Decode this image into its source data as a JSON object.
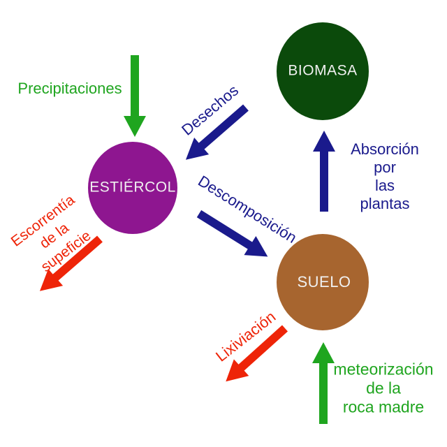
{
  "diagram": {
    "nodes": {
      "biomasa": {
        "label": "BIOMASA"
      },
      "estiercol": {
        "label": "ESTIÉRCOL"
      },
      "suelo": {
        "label": "SUELO"
      }
    },
    "flows": {
      "precipitaciones": {
        "label": "Precipitaciones",
        "color": "#1fa51f",
        "from": "outside",
        "to": "estiercol"
      },
      "desechos": {
        "label": "Desechos",
        "color": "#1a1a8c",
        "from": "biomasa",
        "to": "estiercol"
      },
      "descomposicion": {
        "label": "Descomposición",
        "color": "#1a1a8c",
        "from": "estiercol",
        "to": "suelo"
      },
      "absorcion": {
        "label": "Absorción por\nlas plantas",
        "color": "#1a1a8c",
        "from": "suelo",
        "to": "biomasa"
      },
      "escorrentia": {
        "label": "Escorrentía\nde la\nsupeficie",
        "color": "#ee2408",
        "from": "estiercol",
        "to": "outside"
      },
      "lixiviacion": {
        "label": "Lixiviación",
        "color": "#ee2408",
        "from": "suelo",
        "to": "outside"
      },
      "meteorizacion": {
        "label": "meteorización\nde la\nroca madre",
        "color": "#1fa51f",
        "from": "outside",
        "to": "suelo"
      }
    },
    "colors": {
      "green": "#1fa51f",
      "navy": "#1a1a8c",
      "red": "#ee2408",
      "purple": "#8e1690",
      "dark_green": "#0b4a0b",
      "brown": "#a7652f",
      "node_text": "#f0f0f0",
      "background": "#ffffff"
    }
  }
}
